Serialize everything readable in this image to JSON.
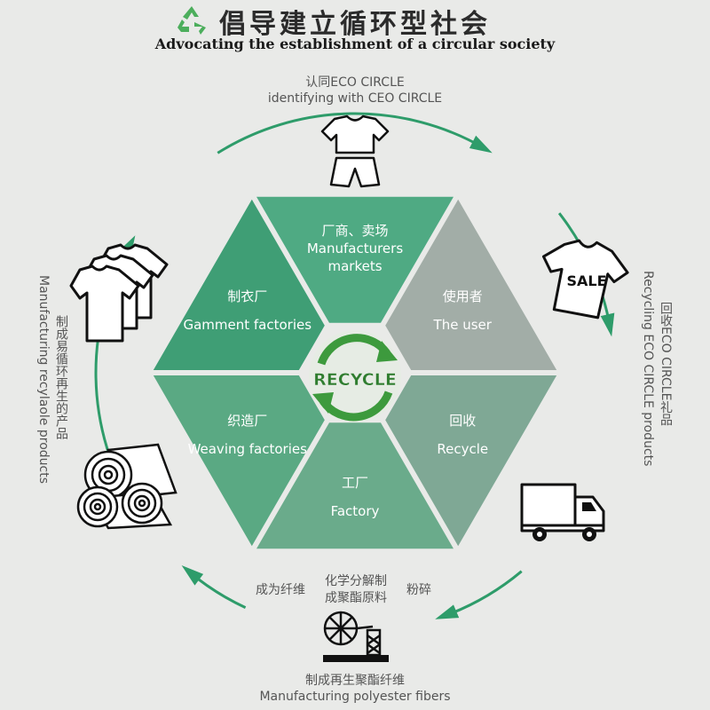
{
  "header": {
    "title": "倡导建立循环型社会",
    "subtitle": "Advocating the establishment of a circular society"
  },
  "stations": {
    "top": {
      "cn": "认同ECO CIRCLE",
      "en": "identifying with CEO CIRCLE"
    },
    "right": {
      "cn": "回收ECO CIRCLE礼品",
      "en": "Recycling ECO CIRCLE products"
    },
    "bottom": {
      "cn": "制成再生聚酯纤维",
      "en": "Manufacturing polyester fibers"
    },
    "left": {
      "cn": "制成易循环再生的产品",
      "en": "Manufacturing recylaole products"
    }
  },
  "process_steps": {
    "fiber": "成为纤维",
    "chem_1": "化学分解制",
    "chem_2": "成聚酯原料",
    "crush": "粉碎"
  },
  "segments": [
    {
      "cn": "厂商、卖场",
      "en_1": "Manufacturers",
      "en_2": "markets",
      "color": "#4faa83"
    },
    {
      "cn": "使用者",
      "en_1": "The user",
      "en_2": "",
      "color": "#a2ada7"
    },
    {
      "cn": "回收",
      "en_1": "Recycle",
      "en_2": "",
      "color": "#7fa895"
    },
    {
      "cn": "工厂",
      "en_1": "Factory",
      "en_2": "",
      "color": "#6aab8b"
    },
    {
      "cn": "织造厂",
      "en_1": "Weaving factories",
      "en_2": "",
      "color": "#5aa983"
    },
    {
      "cn": "制衣厂",
      "en_1": "Gamment factories",
      "en_2": "",
      "color": "#3f9e75"
    }
  ],
  "center": {
    "label": "RECYCLE"
  },
  "icons": {
    "shirt_sale": "SALE",
    "logo": "recycle-logo-icon"
  },
  "colors": {
    "arrow": "#2e9c6a",
    "background": "#e9eae8"
  }
}
